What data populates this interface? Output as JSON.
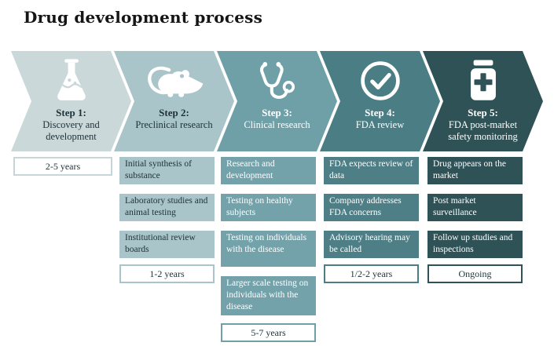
{
  "title": "Drug development process",
  "colors": {
    "step1": "#cbd8da",
    "step2": "#aac5c9",
    "step3": "#6fa0a8",
    "step4": "#4b7d85",
    "step5": "#2f5257",
    "dark_text": "#1d3238",
    "light_text": "#ffffff",
    "background": "#ffffff"
  },
  "steps": [
    {
      "label": "Step 1:",
      "description": "Discovery and development",
      "icon": "flask-icon",
      "duration": "2-5 years",
      "boxes": []
    },
    {
      "label": "Step 2:",
      "description": "Preclinical research",
      "icon": "mouse-icon",
      "duration": "1-2 years",
      "boxes": [
        "Initial synthesis of substance",
        "Laboratory studies and animal testing",
        "Institutional review boards"
      ]
    },
    {
      "label": "Step 3:",
      "description": "Clinical research",
      "icon": "stethoscope-icon",
      "duration": "5-7 years",
      "boxes": [
        "Research and development",
        "Testing on healthy subjects",
        "Testing on individuals with the disease",
        "Larger scale testing on individuals with the disease"
      ]
    },
    {
      "label": "Step 4:",
      "description": "FDA review",
      "icon": "check-circle-icon",
      "duration": "1/2-2 years",
      "boxes": [
        "FDA expects review of data",
        "Company addresses FDA concerns",
        "Advisory hearing may be called"
      ]
    },
    {
      "label": "Step 5:",
      "description": "FDA post-market safety monitoring",
      "icon": "medicine-bottle-icon",
      "duration": "Ongoing",
      "boxes": [
        "Drug appears on the market",
        "Post market surveillance",
        "Follow up studies and inspections"
      ]
    }
  ]
}
